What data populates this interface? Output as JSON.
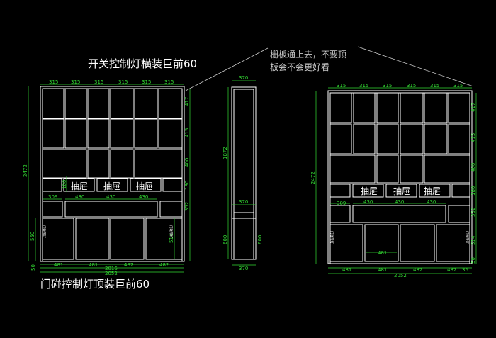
{
  "notes": {
    "top_left": "开关控制灯横装巨前60",
    "bottom_left": "门碰控制灯顶装巨前60",
    "top_right": "栅板通上去，不要顶板会不会更好看"
  },
  "labels": {
    "drawer": "抽屉",
    "door_tag": "门碰带灯"
  },
  "dims": {
    "col": "315",
    "h417": "417",
    "h415": "415",
    "h400": "400",
    "h180": "180",
    "h352": "352",
    "h514": "514",
    "h50": "50",
    "h2472": "2472",
    "h1872": "1872",
    "h600": "600",
    "w309": "309",
    "w430": "430",
    "w370": "370",
    "w481": "481",
    "w482": "482",
    "w2016": "2016",
    "w2052": "2052",
    "h550": "550",
    "w36": "36"
  },
  "colors": {
    "background": "#000000",
    "lines": "#ffffff",
    "dimension": "#33dd33",
    "text": "#ffffff",
    "note": "#c8c8c8"
  }
}
